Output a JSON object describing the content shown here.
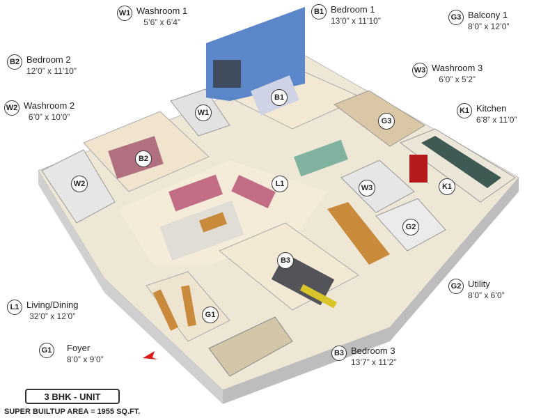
{
  "rooms": {
    "W1": {
      "code": "W1",
      "name": "Washroom 1",
      "dim": "5’6” x 6’4”"
    },
    "B1": {
      "code": "B1",
      "name": "Bedroom 1",
      "dim": "13’0” x 11’10”"
    },
    "G3": {
      "code": "G3",
      "name": "Balcony 1",
      "dim": "8’0” x 12’0”"
    },
    "B2": {
      "code": "B2",
      "name": "Bedroom 2",
      "dim": "12’0” x 11’10”"
    },
    "W3": {
      "code": "W3",
      "name": "Washroom 3",
      "dim": "6’0” x 5’2”"
    },
    "W2": {
      "code": "W2",
      "name": "Washroom 2",
      "dim": "6’0” x 10’0”"
    },
    "K1": {
      "code": "K1",
      "name": "Kitchen",
      "dim": "6’8” x 11’0”"
    },
    "G2": {
      "code": "G2",
      "name": "Utility",
      "dim": "8’0” x 6’0”"
    },
    "L1": {
      "code": "L1",
      "name": "Living/Dining",
      "dim": "32’0” x 12’0”"
    },
    "G1": {
      "code": "G1",
      "name": "Foyer",
      "dim": "8’0” x 9’0”"
    },
    "B3": {
      "code": "B3",
      "name": "Bedroom 3",
      "dim": "13’7” x 11’2”"
    }
  },
  "unit_label": "3 BHK - UNIT",
  "area_label": "SUPER BUILTUP AREA = 1955 SQ.FT.",
  "colors": {
    "floor": "#efe7d6",
    "wall_top": "#f7f7f7",
    "wall_side": "#dcdcdc",
    "accent_wall": "#5b86c9",
    "wood": "#c98a3c",
    "bed_b1": "#cfd3e6",
    "bed_b2": "#b07080",
    "sofa": "#c26c86",
    "kitchen_counter": "#3e5a52",
    "fridge": "#b51a1a",
    "entry_arrow": "#e01b1b"
  }
}
